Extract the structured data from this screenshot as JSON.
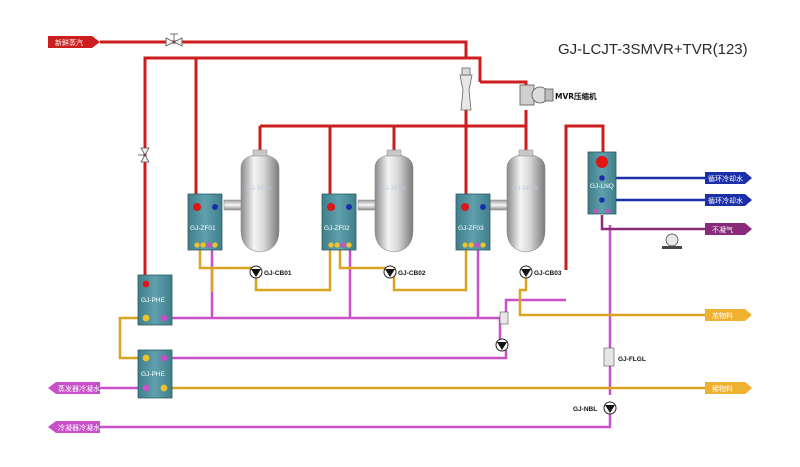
{
  "diagram": {
    "title": "GJ-LCJT-3SMVR+TVR(123)",
    "inputs": {
      "steam": "新鲜蒸汽",
      "feed": "稀物料"
    },
    "outputs": {
      "cooling_water_out": "循环冷却水",
      "cooling_water_in": "循环冷却水",
      "noncondensable": "不凝气",
      "concentrate": "浓物料",
      "evap_condensate": "蒸发器冷凝水",
      "condenser_condensate": "冷凝器冷凝水"
    },
    "equipment": {
      "mvr": "MVR压缩机",
      "hx1": "GJ-ZF01",
      "hx2": "GJ-ZF02",
      "hx3": "GJ-ZF03",
      "sep1": "GJ-XF01",
      "sep2": "GJ-XF02",
      "sep3": "GJ-XF03",
      "pump1": "GJ-CB01",
      "pump2": "GJ-CB02",
      "pump3": "GJ-CB03",
      "phe_top": "GJ-PHE",
      "phe_bottom": "GJ-PHE",
      "condenser": "GJ-LNQ",
      "flgl": "GJ-FLGL",
      "nbl": "GJ-NBL"
    },
    "colors": {
      "steam": "#cc1e1e",
      "condensate": "#c850c8",
      "product": "#d9a520",
      "cooling": "#1a2fa8",
      "vent": "#8a2a7a",
      "equipment": "#4a8a96"
    }
  }
}
